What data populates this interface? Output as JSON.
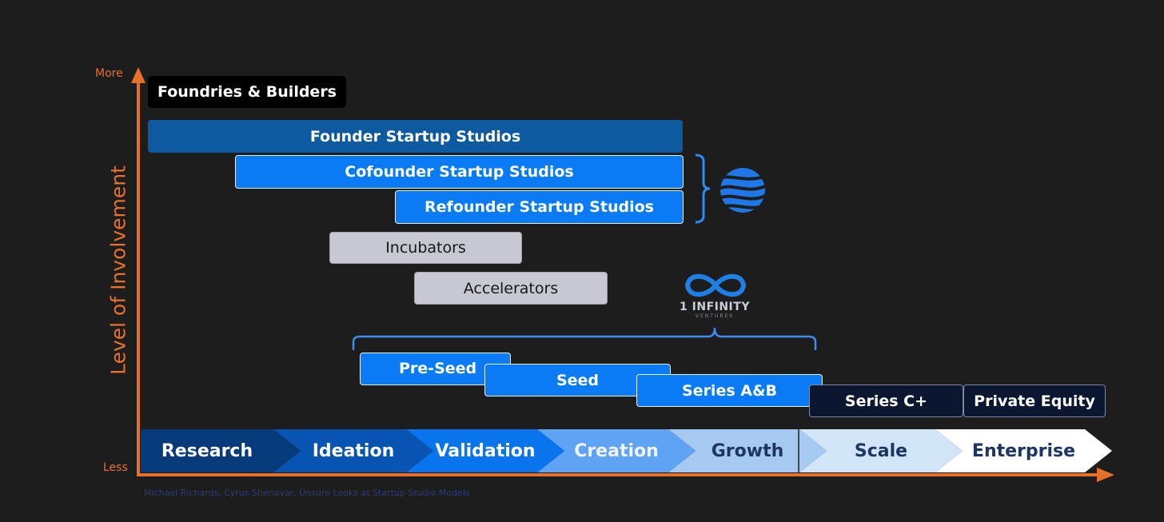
{
  "axis": {
    "y_label": "Level of Involvement",
    "top_label": "More",
    "bottom_label": "Less",
    "color": "#e8702a"
  },
  "header": {
    "title": "Foundries & Builders"
  },
  "studios": {
    "founder": "Founder Startup Studios",
    "cofounder": "Cofounder Startup Studios",
    "refounder": "Refounder Startup Studios"
  },
  "programs": {
    "incubators": "Incubators",
    "accelerators": "Accelerators"
  },
  "funding": {
    "pre_seed": "Pre-Seed",
    "seed": "Seed",
    "series_ab": "Series A&B",
    "series_c": "Series C+",
    "private_equity": "Private Equity"
  },
  "logo": {
    "name": "1 INFINITY",
    "tagline": "VENTURES"
  },
  "stages": [
    {
      "label": "Research",
      "bg": "#063a7a",
      "fg": "#ffffff"
    },
    {
      "label": "Ideation",
      "bg": "#0854b3",
      "fg": "#ffffff"
    },
    {
      "label": "Validation",
      "bg": "#0a74ee",
      "fg": "#ffffff"
    },
    {
      "label": "Creation",
      "bg": "#5fa3f4",
      "fg": "#eef5ff"
    },
    {
      "label": "Growth",
      "bg": "#a6c9f2",
      "fg": "#1d3563"
    },
    {
      "label": "Scale",
      "bg": "#d2e4f8",
      "fg": "#1d3563"
    },
    {
      "label": "Enterprise",
      "bg": "#ffffff",
      "fg": "#1d3563"
    }
  ],
  "footnote": "Michael Richards, Cyrus Shenavar, Unsure Looks at Startup Studio Models"
}
